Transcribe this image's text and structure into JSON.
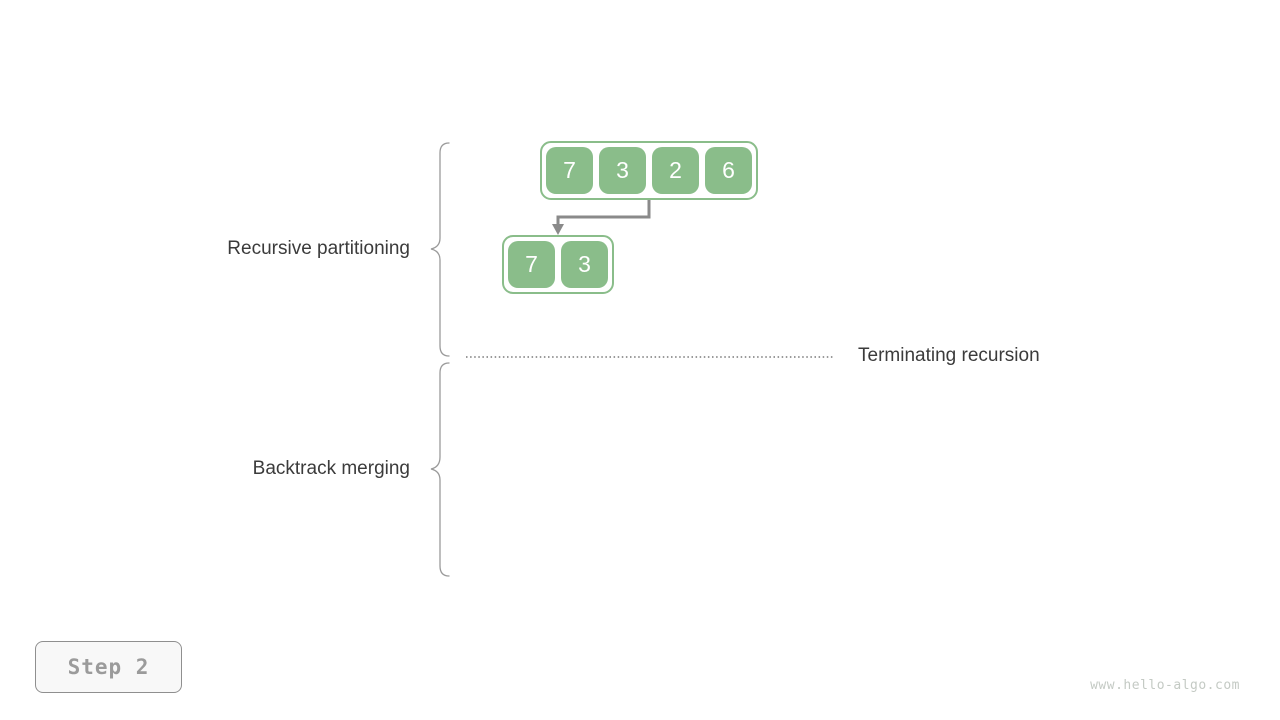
{
  "diagram": {
    "title_semantic": "merge sort step diagram",
    "labels": {
      "recursive_partitioning": "Recursive partitioning",
      "terminating_recursion": "Terminating recursion",
      "backtrack_merging": "Backtrack merging"
    },
    "arrays": {
      "top": {
        "values": [
          "7",
          "3",
          "2",
          "6"
        ]
      },
      "sub": {
        "values": [
          "7",
          "3"
        ]
      }
    },
    "colors": {
      "cell_green": "#8abd8a",
      "cell_text": "#ffffff",
      "arrow_gray": "#8a8a8a",
      "brace_gray": "#9a9a9a",
      "dotted_line_gray": "#787878",
      "label_text": "#3b3b3b"
    }
  },
  "step_badge": {
    "label": "Step 2"
  },
  "watermark": {
    "text": "www.hello-algo.com"
  }
}
